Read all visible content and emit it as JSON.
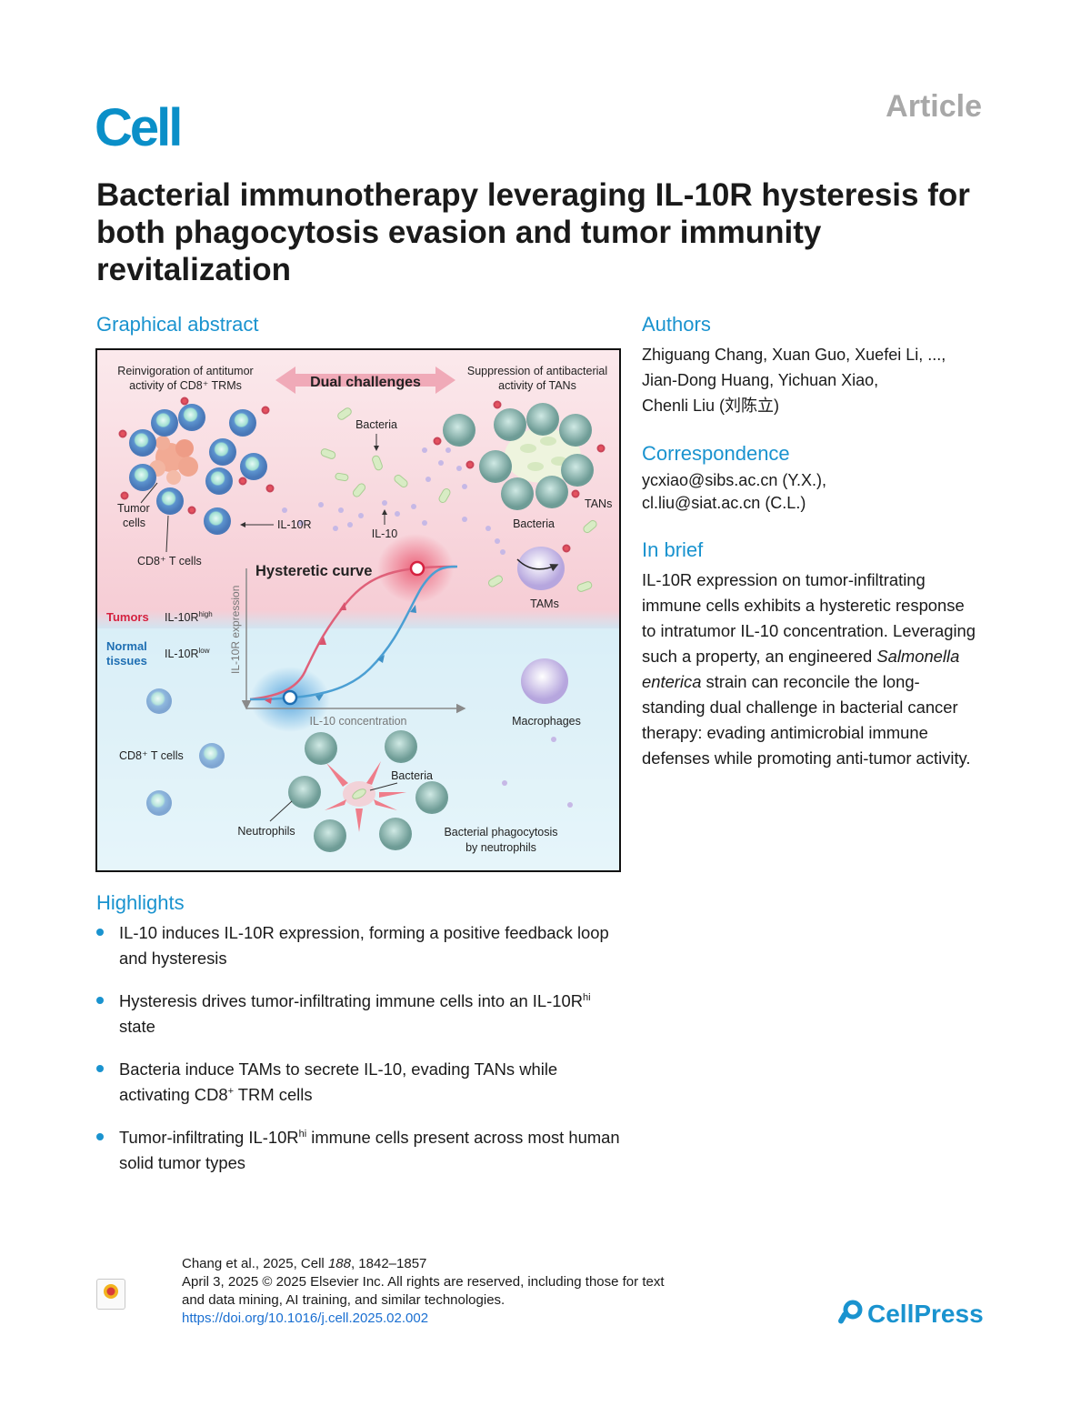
{
  "header": {
    "journal": "Cell",
    "article_type": "Article",
    "title": "Bacterial immunotherapy leveraging IL-10R hysteresis for both phagocytosis evasion and tumor immunity revitalization"
  },
  "sections": {
    "graphical_abstract": "Graphical abstract",
    "authors": "Authors",
    "correspondence": "Correspondence",
    "in_brief": "In brief",
    "highlights": "Highlights"
  },
  "authors": {
    "line1": "Zhiguang Chang, Xuan Guo, Xuefei Li, ...,",
    "line2": "Jian-Dong Huang, Yichuan Xiao,",
    "line3": "Chenli Liu (刘陈立)"
  },
  "correspondence": {
    "line1": "ycxiao@sibs.ac.cn (Y.X.),",
    "line2": "cl.liu@siat.ac.cn (C.L.)"
  },
  "in_brief": {
    "text_before": "IL-10R expression on tumor-infiltrating immune cells exhibits a hysteretic response to intratumor IL-10 concentration. Leveraging such a property, an engineered ",
    "italic": "Salmonella enterica",
    "text_after": " strain can reconcile the long-standing dual challenge in bacterial cancer therapy: evading antimicrobial immune defenses while promoting anti-tumor activity."
  },
  "highlights": [
    {
      "before": "IL-10 induces IL-10R expression, forming a positive feedback loop and hysteresis",
      "sup": "",
      "after": ""
    },
    {
      "before": "Hysteresis drives tumor-infiltrating immune cells into an IL-10R",
      "sup": "hi",
      "after": " state"
    },
    {
      "before": "Bacteria induce TAMs to secrete IL-10, evading TANs while activating CD8",
      "sup": "+",
      "after": " TRM cells"
    },
    {
      "before": "Tumor-infiltrating IL-10R",
      "sup": "hi",
      "after": " immune cells present across most human solid tumor types"
    }
  ],
  "figure": {
    "dual_challenges": "Dual challenges",
    "left_top_1": "Reinvigoration of antitumor",
    "left_top_2": "activity of CD8⁺ TRMs",
    "right_top_1": "Suppression of antibacterial",
    "right_top_2": "activity of TANs",
    "bacteria_top": "Bacteria",
    "tumor_cells_1": "Tumor",
    "tumor_cells_2": "cells",
    "il10r": "IL-10R",
    "il10": "IL-10",
    "bacteria_right": "Bacteria",
    "tans": "TANs",
    "cd8_top": "CD8⁺ T cells",
    "hysteretic_curve": "Hysteretic curve",
    "tams": "TAMs",
    "tumors": "Tumors",
    "il10r_high": "IL-10R",
    "high_sup": "high",
    "normal_1": "Normal",
    "normal_2": "tissues",
    "il10r_low": "IL-10R",
    "low_sup": "low",
    "y_axis": "IL-10R expression",
    "x_axis": "IL-10 concentration",
    "macrophages": "Macrophages",
    "cd8_bottom": "CD8⁺ T cells",
    "bacteria_bottom": "Bacteria",
    "neutrophils": "Neutrophils",
    "phago_1": "Bacterial phagocytosis",
    "phago_2": "by neutrophils",
    "colors": {
      "tumor_bg": "#f9dfe4",
      "normal_bg": "#dff1f8",
      "pink_curve": "#e0607a",
      "blue_curve": "#4a9ed0",
      "tumor_label": "#d6213f",
      "normal_label": "#1f6fb3"
    }
  },
  "footer": {
    "citation_before": "Chang et al., 2025, Cell ",
    "citation_volume": "188",
    "citation_after": ", 1842–1857",
    "line2": "April 3, 2025 © 2025 Elsevier Inc. All rights are reserved, including those for text",
    "line3": "and data mining, AI training, and similar technologies.",
    "doi": "https://doi.org/10.1016/j.cell.2025.02.002"
  },
  "publisher": "CellPress"
}
